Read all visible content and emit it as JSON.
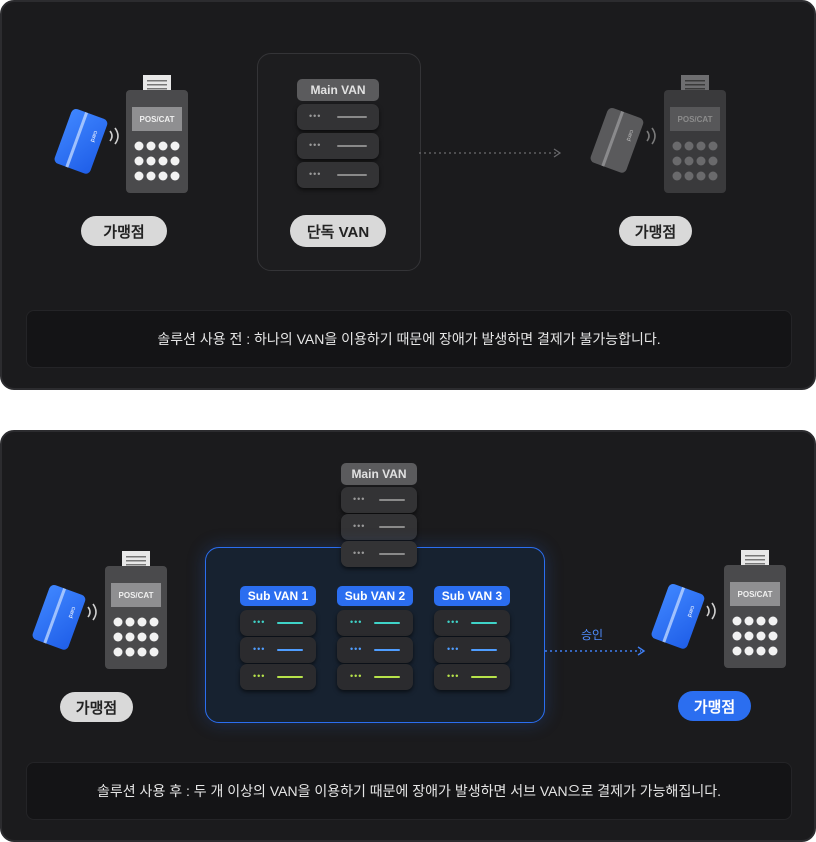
{
  "before": {
    "merchant_left": "가맹점",
    "merchant_right": "가맹점",
    "terminal_label": "POS/CAT",
    "card_label": "card",
    "main_van": "Main VAN",
    "single_van": "단독 VAN",
    "caption": "솔루션 사용 전 : 하나의 VAN을 이용하기 때문에 장애가 발생하면 결제가 불가능합니다."
  },
  "after": {
    "merchant_left": "가맹점",
    "merchant_right": "가맹점",
    "terminal_label": "POS/CAT",
    "card_label": "card",
    "main_van": "Main VAN",
    "sub_vans": [
      "Sub VAN 1",
      "Sub VAN 2",
      "Sub VAN 3"
    ],
    "approval": "승인",
    "caption": "솔루션 사용 후 : 두 개 이상의 VAN을 이용하기 때문에 장애가 발생하면 서브 VAN으로 결제가 가능해집니다."
  },
  "colors": {
    "accent_blue": "#2b6ef0",
    "panel_bg": "#1b1b1d",
    "sub_line_1": "#3fd3c8",
    "sub_line_2": "#4f9dff",
    "sub_line_3": "#b7e34a"
  }
}
